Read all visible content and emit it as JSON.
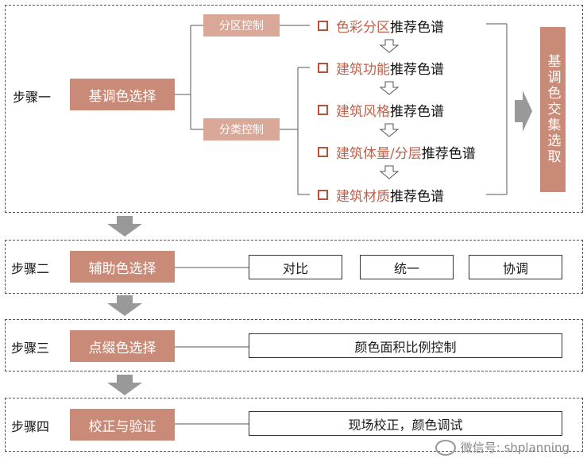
{
  "steps": [
    {
      "label": "步骤一",
      "action": "基调色选择"
    },
    {
      "label": "步骤二",
      "action": "辅助色选择",
      "outputs": [
        "对比",
        "统一",
        "协调"
      ]
    },
    {
      "label": "步骤三",
      "action": "点缀色选择",
      "outputs": [
        "颜色面积比例控制"
      ]
    },
    {
      "label": "步骤四",
      "action": "校正与验证",
      "outputs": [
        "现场校正，颜色调试"
      ]
    }
  ],
  "branches": [
    "分区控制",
    "分类控制"
  ],
  "color_spectra": [
    {
      "highlight": "色彩分区",
      "rest": "推荐色谱"
    },
    {
      "highlight": "建筑功能",
      "rest": "推荐色谱"
    },
    {
      "highlight": "建筑风格",
      "rest": "推荐色谱"
    },
    {
      "highlight": "建筑体量/分层",
      "rest": "推荐色谱"
    },
    {
      "highlight": "建筑材质",
      "rest": "推荐色谱"
    }
  ],
  "result": "基调色交集选取",
  "watermark": "微信号: shplanning",
  "colors": {
    "primary_box": "#c98b77",
    "secondary_box": "#d9a898",
    "highlight_text": "#c0614a",
    "arrow": "#999999"
  }
}
